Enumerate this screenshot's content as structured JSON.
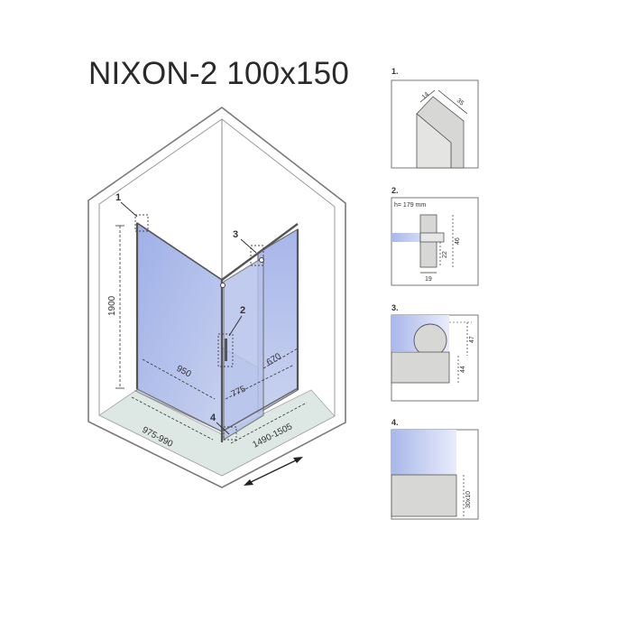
{
  "title": "NIXON-2 100x150",
  "callouts": [
    "1",
    "2",
    "3",
    "4"
  ],
  "dimensions": {
    "height": "1900",
    "depth_inner": "950",
    "width_inner": "775",
    "door_opening": "670",
    "depth_range": "975-990",
    "width_range": "1490-1505"
  },
  "details": {
    "d1": {
      "label": "1.",
      "a": "14",
      "b": "35"
    },
    "d2": {
      "label": "2.",
      "h": "h= 179 mm",
      "a": "46",
      "b": "22",
      "c": "19"
    },
    "d3": {
      "label": "3.",
      "a": "47",
      "b": "44"
    },
    "d4": {
      "label": "4.",
      "a": "30x10"
    }
  },
  "colors": {
    "glass": "#aeb9e6",
    "outline": "#6f6f6f",
    "room": "#dde8e4"
  }
}
